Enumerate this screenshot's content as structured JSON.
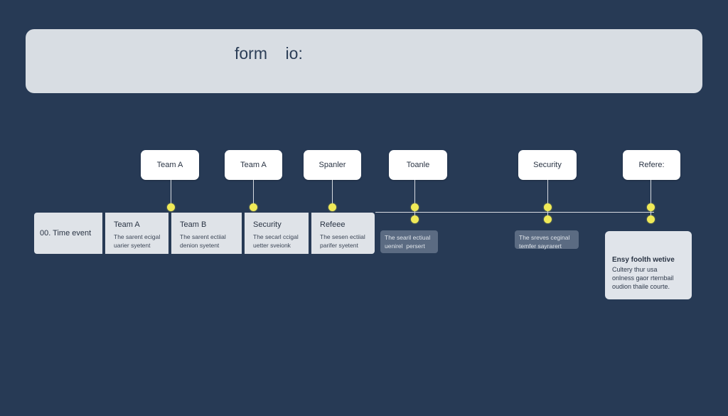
{
  "banner": {
    "title": "form    io:"
  },
  "top_labels": [
    "Team A",
    "Team A",
    "Spanler",
    "Toanle",
    "Security",
    "Refere:"
  ],
  "row": {
    "first": "00. Time event",
    "cells": [
      {
        "title": "Team A",
        "desc": "The sarent ecigal\nuarier syetent"
      },
      {
        "title": "Team B",
        "desc": "The sarent ectiial\ndenion syetent"
      },
      {
        "title": "Security",
        "desc": "The secarl ccigal\nuetter sveionk"
      },
      {
        "title": "Refeee",
        "desc": "The sesen ectiial\nparifer syetent"
      }
    ]
  },
  "notes": [
    "The searil ectiual\nuenirel  persert",
    "The sreves ceginal\ntemfer sayrarert"
  ],
  "callout": {
    "title": "Ensy foolth wetive",
    "body": "Cultery thur usa\nonlness gaor rternbail\noudion thaile courte."
  },
  "colors": {
    "background": "#273a55",
    "dot": "#f0ea57",
    "card": "#dfe3e8",
    "note": "#5b6b82"
  }
}
